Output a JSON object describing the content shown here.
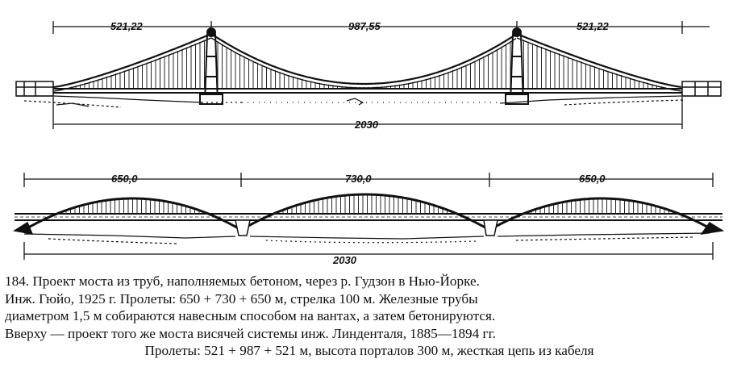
{
  "figure": {
    "suspension": {
      "dims": {
        "left_span": "521,22",
        "main_span": "987,55",
        "right_span": "521,22",
        "total": "2030"
      }
    },
    "arch": {
      "dims": {
        "left_span": "650,0",
        "main_span": "730,0",
        "right_span": "650,0",
        "total": "2030"
      }
    }
  },
  "caption": {
    "lines": [
      "184. Проект  моста из труб, наполняемых  бетоном, через р. Гудзон в Нью-Йорке.",
      "Инж. Гюйо, 1925 г. Пролеты: 650 + 730 + 650 м, стрелка 100 м. Железные трубы",
      "диаметром 1,5 м собираются навесным способом на вантах, а затем бетонируются.",
      "Вверху — проект того же моста висячей системы инж. Линденталя, 1885—1894 гг.",
      "Пролеты: 521 + 987 + 521 м, высота порталов 300 м, жесткая цепь из кабеля"
    ]
  }
}
